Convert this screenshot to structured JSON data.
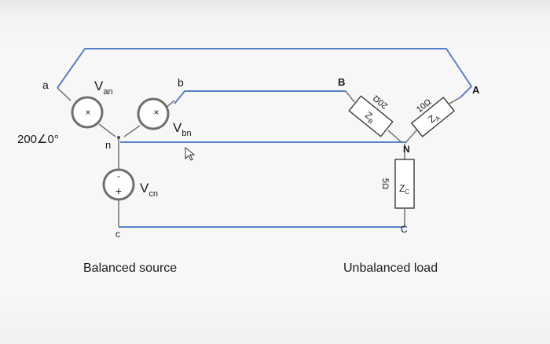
{
  "labels": {
    "node_a": "a",
    "node_b": "b",
    "node_c": "c",
    "node_n": "n",
    "van": "an",
    "vbn": "bn",
    "vcn": "cn",
    "v_letter": "V",
    "source_value": "200∠0°",
    "node_A": "A",
    "node_B": "B",
    "node_C": "C",
    "node_N": "N",
    "zb_value": "20Ω",
    "za_value": "10Ω",
    "zc_value": "5Ω",
    "z_letter": "Z",
    "zb_sub": "B",
    "za_sub": "A",
    "zc_sub": "C",
    "plus": "+",
    "minus": "-",
    "cross": "×",
    "caption_source": "Balanced source",
    "caption_load": "Unbalanced load"
  },
  "colors": {
    "wire": "#5a82c7",
    "source_ring": "#6e6e6e"
  },
  "icons": [
    "mouse-cursor-icon"
  ]
}
